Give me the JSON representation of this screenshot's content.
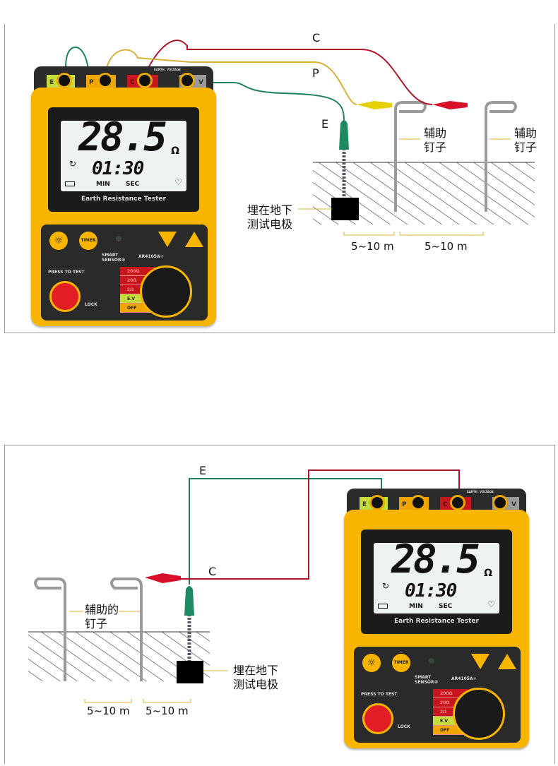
{
  "meter": {
    "terminals": {
      "e": "E",
      "p": "P",
      "c": "C",
      "v": "V",
      "earth": "EARTH",
      "voltage": "VOLTAGE"
    },
    "reading": "28.5",
    "unit": "Ω",
    "timer": "01:30",
    "min": "MIN",
    "sec": "SEC",
    "title": "Earth Resistance Tester",
    "timer_button": "TIMER",
    "brand": "SMART SENSOR®",
    "model": "AR4105A+",
    "press_to_test": "PRESS TO TEST",
    "lock": "LOCK",
    "ranges": [
      "200Ω",
      "20Ω",
      "2Ω",
      "E.V",
      "OFF"
    ]
  },
  "diagram1": {
    "wire_c": "C",
    "wire_p": "P",
    "wire_e": "E",
    "aux_stake_1": [
      "辅助",
      "钉子"
    ],
    "aux_stake_2": [
      "辅助",
      "钉子"
    ],
    "buried_electrode": [
      "埋在地下",
      "测试电极"
    ],
    "distance_1": "5~10 m",
    "distance_2": "5~10 m"
  },
  "diagram2": {
    "wire_e": "E",
    "wire_c": "C",
    "aux_stakes": [
      "辅助的",
      "钉子"
    ],
    "buried_electrode": [
      "埋在地下",
      "测试电极"
    ],
    "distance_1": "5~10 m",
    "distance_2": "5~10 m"
  },
  "colors": {
    "body": "#f7b500",
    "red_wire": "#b0162a",
    "green_wire": "#1e8060",
    "yellow_wire": "#d6b23a"
  }
}
